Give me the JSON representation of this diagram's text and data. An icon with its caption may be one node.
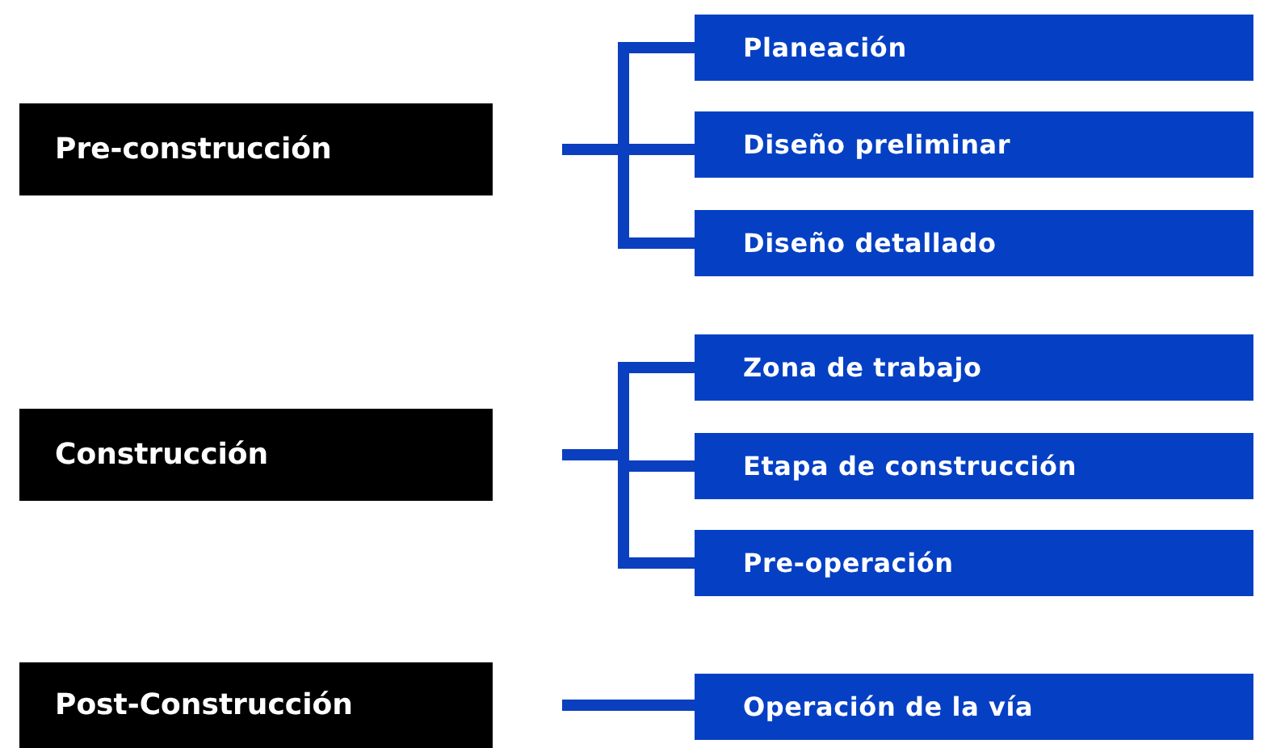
{
  "diagram": {
    "nodes": [
      {
        "text": [
          "Pre-construcción"
        ]
      },
      {
        "text": [
          "Planeación"
        ]
      },
      {
        "text": [
          "Diseño preliminar"
        ]
      },
      {
        "text": [
          "Diseño detallado"
        ]
      },
      {
        "text": [
          "Construcción"
        ]
      },
      {
        "text": [
          "Zona de trabajo"
        ]
      },
      {
        "text": [
          "Etapa de construcción"
        ]
      },
      {
        "text": [
          "Pre-operación"
        ]
      },
      {
        "text": [
          "Post-Construcción"
        ]
      },
      {
        "text": [
          "Operación de la vía"
        ]
      }
    ],
    "edges": [
      {
        "from": 0,
        "to": 1,
        "arrow": "none"
      },
      {
        "from": 0,
        "to": 2,
        "arrow": "none"
      },
      {
        "from": 0,
        "to": 3,
        "arrow": "none"
      },
      {
        "from": 4,
        "to": 5,
        "arrow": "none"
      },
      {
        "from": 4,
        "to": 6,
        "arrow": "none"
      },
      {
        "from": 4,
        "to": 7,
        "arrow": "none"
      },
      {
        "from": 8,
        "to": 9,
        "arrow": "none"
      }
    ]
  }
}
